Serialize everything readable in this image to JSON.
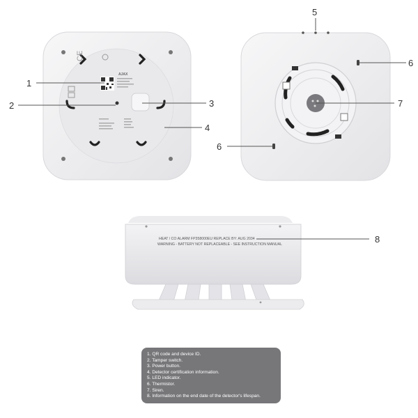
{
  "callouts": [
    "1",
    "2",
    "3",
    "4",
    "5",
    "6",
    "6",
    "7",
    "8"
  ],
  "device_text": {
    "brand": "AJAX",
    "ce": "CE",
    "label_line1": "HEAT / CO ALARM  FP358000EU  REPLACE BY: AUG 2034",
    "label_line2": "WARNING - BATTERY NOT REPLACEABLE - SEE INSTRUCTION MANUAL"
  },
  "legend": [
    "1. QR code and device ID.",
    "2. Tamper switch.",
    "3. Power button.",
    "4. Detector certification information.",
    "5. LED indicator.",
    "6. Thermistor.",
    "7. Siren.",
    "8. Information on the end date of the detector's lifespan."
  ],
  "colors": {
    "device_body": "#eeeef0",
    "legend_bg": "#77777a",
    "legend_text": "#ffffff"
  }
}
